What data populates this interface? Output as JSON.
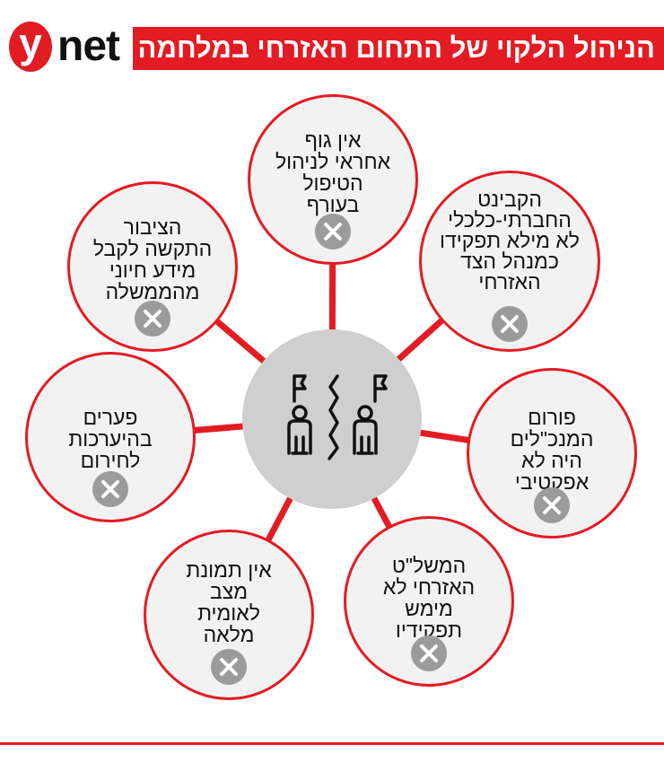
{
  "logo": {
    "y": "y",
    "net": "net"
  },
  "title": "הניהול הלקוי של התחום האזרחי במלחמה",
  "colors": {
    "accent": "#e31b23",
    "center": "#d0cfd0",
    "bubble": "#f2f2f2",
    "x_icon": "#9b9b9b"
  },
  "center_icon": "two-people-flags-divided-icon",
  "items": [
    {
      "lines": [
        "אין גוף",
        "אחראי לניהול",
        "הטיפול",
        "בעורף"
      ],
      "icon": "x-icon"
    },
    {
      "lines": [
        "הקבינט",
        "החברתי-כלכלי",
        "לא מילא תפקידו",
        "כמנהל הצד",
        "האזרחי"
      ],
      "icon": "x-icon"
    },
    {
      "lines": [
        "פורום",
        "המנכ\"לים",
        "היה לא",
        "אפקטיבי"
      ],
      "icon": "x-icon"
    },
    {
      "lines": [
        "המשל\"ט",
        "האזרחי לא",
        "מימש",
        "תפקידיו"
      ],
      "icon": "x-icon"
    },
    {
      "lines": [
        "אין תמונת",
        "מצב",
        "לאומית",
        "מלאה"
      ],
      "icon": "x-icon"
    },
    {
      "lines": [
        "פערים",
        "בהיערכות",
        "לחירום"
      ],
      "icon": "x-icon"
    },
    {
      "lines": [
        "הציבור",
        "התקשה לקבל",
        "מידע חיוני",
        "מהממשלה"
      ],
      "icon": "x-icon"
    }
  ]
}
